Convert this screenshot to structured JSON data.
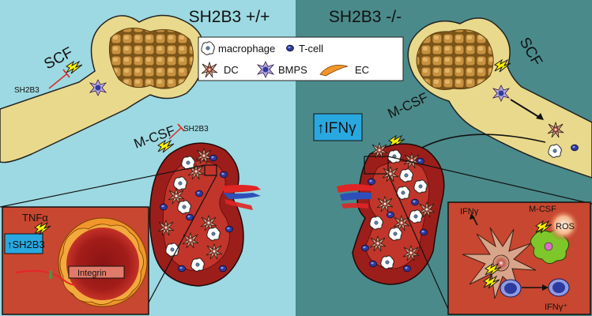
{
  "panels": {
    "left_title": "SH2B3 +/+",
    "right_title": "SH2B3 -/-"
  },
  "legend": {
    "macrophage": "macrophage",
    "tcell": "T-cell",
    "dc": "DC",
    "bmps": "BMPS",
    "ec": "EC"
  },
  "left": {
    "scf": "SCF",
    "sh2b3_bone": "SH2B3",
    "mcsf": "M-CSF",
    "sh2b3_kidney": "SH2B3",
    "inset": {
      "tnfa": "TNFα",
      "sh2b3_box": "↑SH2B3",
      "integrin": "Integrin"
    }
  },
  "right": {
    "scf": "SCF",
    "mcsf": "M-CSF",
    "ifng_box": "↑IFNγ",
    "inset": {
      "ifng": "IFNγ",
      "mcsf": "M-CSF",
      "ros": "ROS",
      "ifng_plus": "IFNγ⁺"
    }
  },
  "colors": {
    "left_bg": "#9dd9e2",
    "right_bg": "#4b8a8a",
    "bone": "#e9d98c",
    "kidney": "#a5221d",
    "inset_bg": "#c84730",
    "box_blue": "#29a8e0"
  }
}
